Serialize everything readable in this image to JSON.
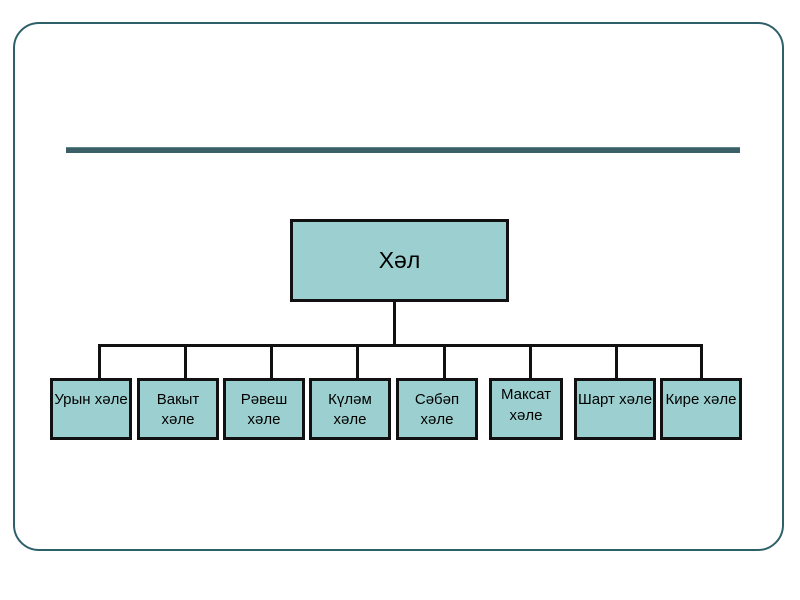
{
  "slide": {
    "title": "",
    "background_color": "#ffffff",
    "frame_border_color": "#2e6069",
    "title_rule_color": "#3a5f66"
  },
  "diagram": {
    "type": "org-chart",
    "node_fill_color": "#9ccfcf",
    "node_border_color": "#111111",
    "connector_color": "#111111",
    "root": {
      "label": "Хәл"
    },
    "children": [
      {
        "label": "Урын хәле"
      },
      {
        "label": "Вакыт хәле"
      },
      {
        "label": "Рәвеш хәле"
      },
      {
        "label": "Күләм хәле"
      },
      {
        "label": "Сәбәп хәле"
      },
      {
        "label": "Максат хәле"
      },
      {
        "label": "Шарт хәле"
      },
      {
        "label": "Кире хәле"
      }
    ]
  }
}
